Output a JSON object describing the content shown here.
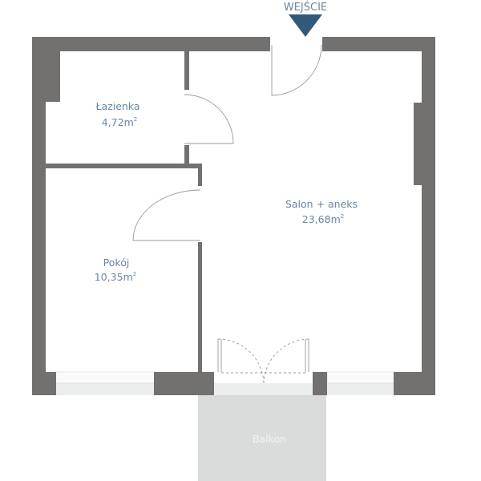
{
  "entrance": {
    "label": "WEJŚCIE",
    "color": "#34587a"
  },
  "rooms": [
    {
      "name": "Łazienka",
      "area": "4,72m",
      "unit_sup": "2"
    },
    {
      "name": "Salon + aneks",
      "area": "23,68m",
      "unit_sup": "2"
    },
    {
      "name": "Pokój",
      "area": "10,35m",
      "unit_sup": "2"
    }
  ],
  "balcony": {
    "name": "Balkon"
  },
  "colors": {
    "wall": "#727170",
    "text": "#6a86a6",
    "balcony": "#dadcdb"
  }
}
